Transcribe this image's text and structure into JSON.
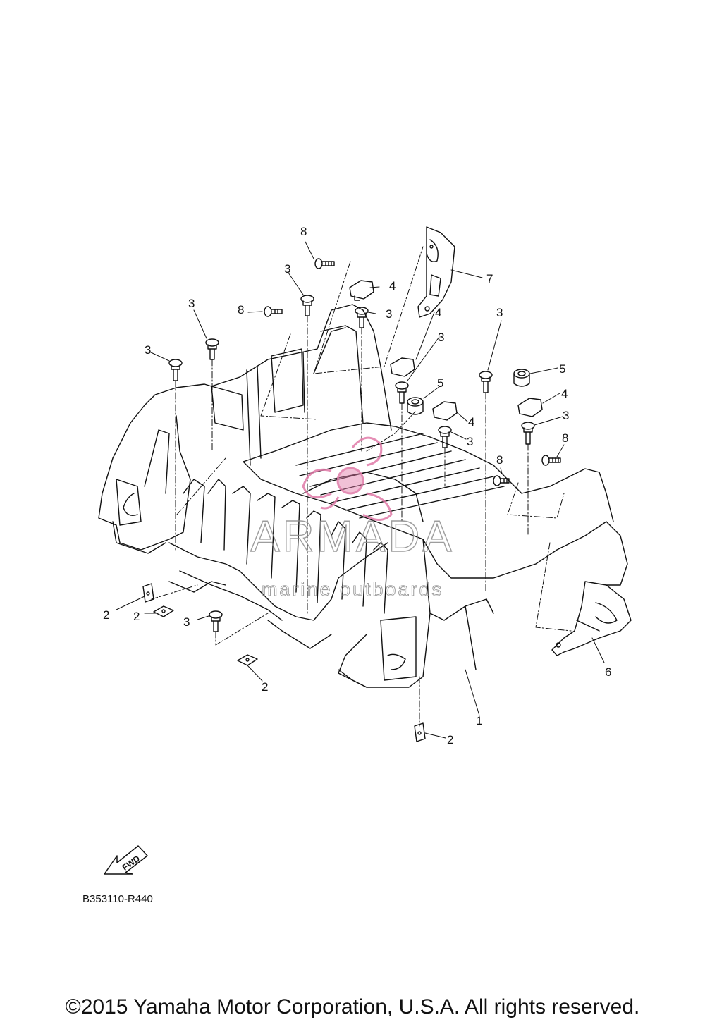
{
  "diagram": {
    "callouts": [
      {
        "id": "c8a",
        "label": "8"
      },
      {
        "id": "c3a",
        "label": "3"
      },
      {
        "id": "c4a",
        "label": "4"
      },
      {
        "id": "c3b",
        "label": "3"
      },
      {
        "id": "c7",
        "label": "7"
      },
      {
        "id": "c8b",
        "label": "8"
      },
      {
        "id": "c3c",
        "label": "3"
      },
      {
        "id": "c3d",
        "label": "3"
      },
      {
        "id": "c4b",
        "label": "4"
      },
      {
        "id": "c3e",
        "label": "3"
      },
      {
        "id": "c5a",
        "label": "5"
      },
      {
        "id": "c3f",
        "label": "3"
      },
      {
        "id": "c5b",
        "label": "5"
      },
      {
        "id": "c4c",
        "label": "4"
      },
      {
        "id": "c4d",
        "label": "4"
      },
      {
        "id": "c3g",
        "label": "3"
      },
      {
        "id": "c3h",
        "label": "3"
      },
      {
        "id": "c8c",
        "label": "8"
      },
      {
        "id": "c8d",
        "label": "8"
      },
      {
        "id": "c2a",
        "label": "2"
      },
      {
        "id": "c2b",
        "label": "2"
      },
      {
        "id": "c3i",
        "label": "3"
      },
      {
        "id": "c2c",
        "label": "2"
      },
      {
        "id": "c6",
        "label": "6"
      },
      {
        "id": "c1",
        "label": "1"
      },
      {
        "id": "c2d",
        "label": "2"
      }
    ],
    "watermark": {
      "main": "ARMADA",
      "sub": "marine outboards",
      "color": "#e07aa8"
    },
    "fwd_label": "FWD",
    "diagram_code": "B353110-R440",
    "copyright": "©2015 Yamaha Motor Corporation, U.S.A. All rights reserved."
  }
}
